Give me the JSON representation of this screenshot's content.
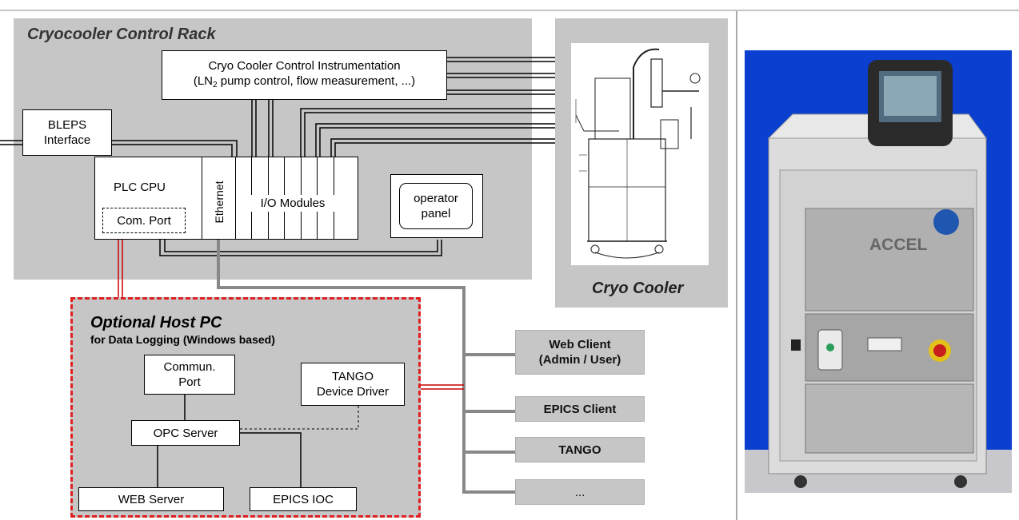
{
  "rack": {
    "title": "Cryocooler Control Rack"
  },
  "instrumentation": {
    "line1": "Cryo Cooler Control Instrumentation",
    "line2_pre": "(LN",
    "line2_sub": "2",
    "line2_post": " pump control, flow measurement, ...)"
  },
  "bleps": {
    "line1": "BLEPS",
    "line2": "Interface"
  },
  "plc": {
    "cpu_label": "PLC CPU",
    "com_port": "Com. Port",
    "ethernet": "Ethernet",
    "io_modules": "I/O Modules"
  },
  "operator_panel": {
    "line1": "operator",
    "line2": "panel"
  },
  "cryo_cooler": {
    "title": "Cryo Cooler"
  },
  "host_pc": {
    "title": "Optional Host PC",
    "subtitle": "for Data Logging (Windows based)",
    "commun_port": {
      "line1": "Commun.",
      "line2": "Port"
    },
    "tango_driver": {
      "line1": "TANGO",
      "line2": "Device Driver"
    },
    "opc_server": "OPC Server",
    "web_server": "WEB Server",
    "epics_ioc": "EPICS IOC"
  },
  "clients": {
    "web_client": {
      "line1": "Web Client",
      "line2": "(Admin / User)"
    },
    "epics_client": "EPICS Client",
    "tango": "TANGO",
    "more": "..."
  },
  "photo": {
    "brand": "ACCEL"
  },
  "colors": {
    "region_gray": "#c6c6c6",
    "dashed_red": "#e02020",
    "photo_bg": "#0a3fd0"
  }
}
